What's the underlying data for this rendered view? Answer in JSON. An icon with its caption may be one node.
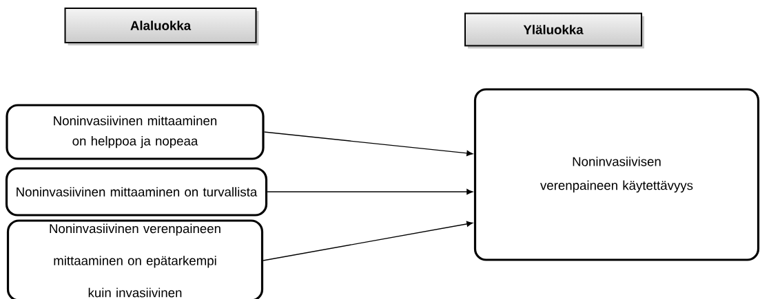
{
  "diagram": {
    "nodes": [
      {
        "text": [
          "Alaluokka"
        ]
      },
      {
        "text": [
          "Yläluokka"
        ]
      },
      {
        "text": [
          "Noninvasiivinen mittaaminen on helppoa ja nopeaa"
        ]
      },
      {
        "text": [
          "Noninvasiivinen mittaaminen on turvallista"
        ]
      },
      {
        "text": [
          "Noninvasiivinen verenpaineen mittaaminen on epätarkempi kuin invasiivinen"
        ]
      },
      {
        "text": [
          "Noninvasiivisen verenpaineen käytettävyys"
        ]
      }
    ],
    "edges": [
      {
        "from": 2,
        "to": 5,
        "arrow": "to"
      },
      {
        "from": 3,
        "to": 5,
        "arrow": "to"
      },
      {
        "from": 4,
        "to": 5,
        "arrow": "to"
      }
    ]
  }
}
